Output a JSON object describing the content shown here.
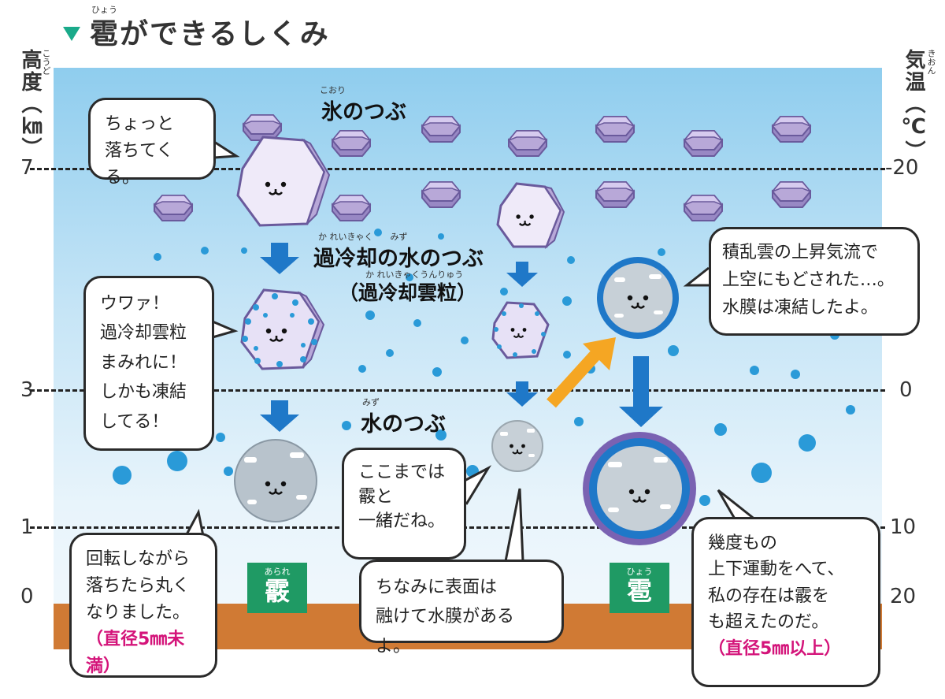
{
  "title": {
    "text": "雹ができるしくみ",
    "ruby": "ひょう"
  },
  "left_axis": {
    "label": "高度（㎞）",
    "ruby": "こうど",
    "ticks": [
      "7",
      "3",
      "1",
      "0"
    ]
  },
  "right_axis": {
    "label": "気温（℃）",
    "ruby": "きおん",
    "ticks": [
      "-20",
      "0",
      "10",
      "20"
    ]
  },
  "labels": {
    "ice": "氷のつぶ",
    "ice_ruby": "こおり",
    "supercooled": "過冷却の水のつぶ",
    "supercooled_ruby": "か れいきゃく　　みず",
    "supercooled_sub": "（過冷却雲粒）",
    "supercooled_sub_ruby": "か れいきゃくうんりゅう",
    "water": "水のつぶ",
    "water_ruby": "みず"
  },
  "bubbles": {
    "b1": {
      "lines": [
        "ちょっと",
        "落ちてくる。"
      ]
    },
    "b2": {
      "lines": [
        "ウワァ！",
        "過冷却雲粒",
        "まみれに！",
        "しかも凍結",
        "してる！"
      ]
    },
    "b3": {
      "lines": [
        "回転しながら",
        "落ちたら丸く",
        "なりました。"
      ],
      "note": "（直径5㎜未満）"
    },
    "b4": {
      "lines": [
        "ここまでは",
        "霰と",
        "一緒だね。"
      ]
    },
    "b5": {
      "lines": [
        "ちなみに表面は",
        "融けて水膜があるよ。"
      ]
    },
    "b6": {
      "lines": [
        "積乱雲の上昇気流で",
        "上空にもどされた…。",
        "水膜は凍結したよ。"
      ]
    },
    "b7": {
      "lines": [
        "幾度もの",
        "上下運動をへて、",
        "私の存在は霰を",
        "も超えたのだ。"
      ],
      "note": "（直径5㎜以上）"
    }
  },
  "badges": {
    "arare": {
      "ruby": "あられ",
      "text": "霰"
    },
    "hyou": {
      "ruby": "ひょう",
      "text": "雹"
    }
  },
  "colors": {
    "title_marker": "#1aaa8a",
    "badge": "#1f9a64",
    "note": "#d4147a",
    "ground": "#d07a34",
    "arrow_down": "#1f78c8",
    "arrow_up": "#f5a623"
  }
}
